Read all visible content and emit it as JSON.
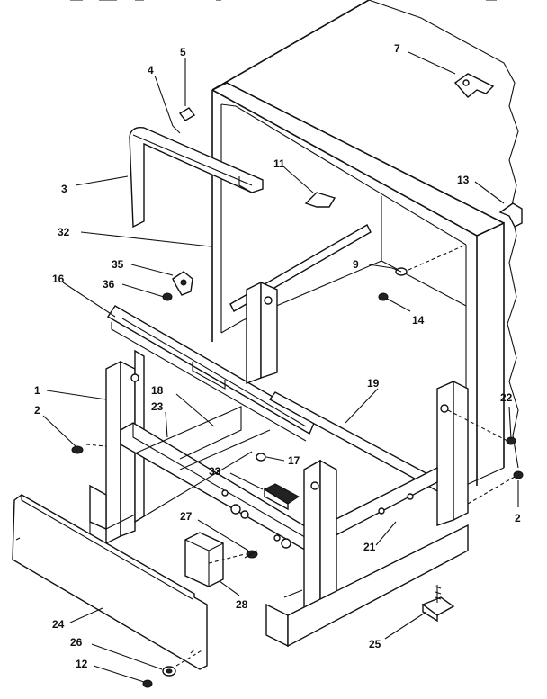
{
  "callouts": [
    {
      "id": "c1",
      "text": "1"
    },
    {
      "id": "c2a",
      "text": "2"
    },
    {
      "id": "c2b",
      "text": "2"
    },
    {
      "id": "c3",
      "text": "3"
    },
    {
      "id": "c4",
      "text": "4"
    },
    {
      "id": "c5",
      "text": "5"
    },
    {
      "id": "c7",
      "text": "7"
    },
    {
      "id": "c9",
      "text": "9"
    },
    {
      "id": "c11",
      "text": "11"
    },
    {
      "id": "c12",
      "text": "12"
    },
    {
      "id": "c13",
      "text": "13"
    },
    {
      "id": "c14",
      "text": "14"
    },
    {
      "id": "c16",
      "text": "16"
    },
    {
      "id": "c17",
      "text": "17"
    },
    {
      "id": "c18",
      "text": "18"
    },
    {
      "id": "c19",
      "text": "19"
    },
    {
      "id": "c21",
      "text": "21"
    },
    {
      "id": "c22",
      "text": "22"
    },
    {
      "id": "c23",
      "text": "23"
    },
    {
      "id": "c24",
      "text": "24"
    },
    {
      "id": "c25",
      "text": "25"
    },
    {
      "id": "c26",
      "text": "26"
    },
    {
      "id": "c27",
      "text": "27"
    },
    {
      "id": "c28",
      "text": "28"
    },
    {
      "id": "c32",
      "text": "32"
    },
    {
      "id": "c33",
      "text": "33"
    },
    {
      "id": "c35",
      "text": "35"
    },
    {
      "id": "c36",
      "text": "36"
    }
  ]
}
